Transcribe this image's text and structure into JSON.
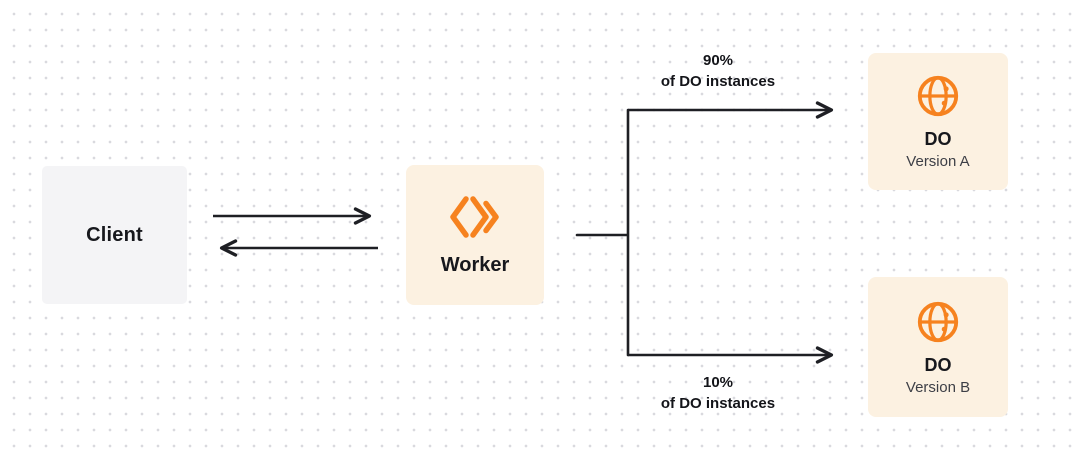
{
  "diagram": {
    "client": {
      "label": "Client"
    },
    "worker": {
      "label": "Worker"
    },
    "branch_top": {
      "percent": "90%",
      "caption": "of DO instances"
    },
    "branch_bottom": {
      "percent": "10%",
      "caption": "of DO instances"
    },
    "do_version_a": {
      "title": "DO",
      "subtitle": "Version A"
    },
    "do_version_b": {
      "title": "DO",
      "subtitle": "Version B"
    }
  },
  "colors": {
    "accent_orange": "#f6821f",
    "node_cream": "#fcf1e1",
    "node_gray": "#f4f4f6",
    "wire": "#1e1f24",
    "grid_dot": "#d9d9de"
  }
}
